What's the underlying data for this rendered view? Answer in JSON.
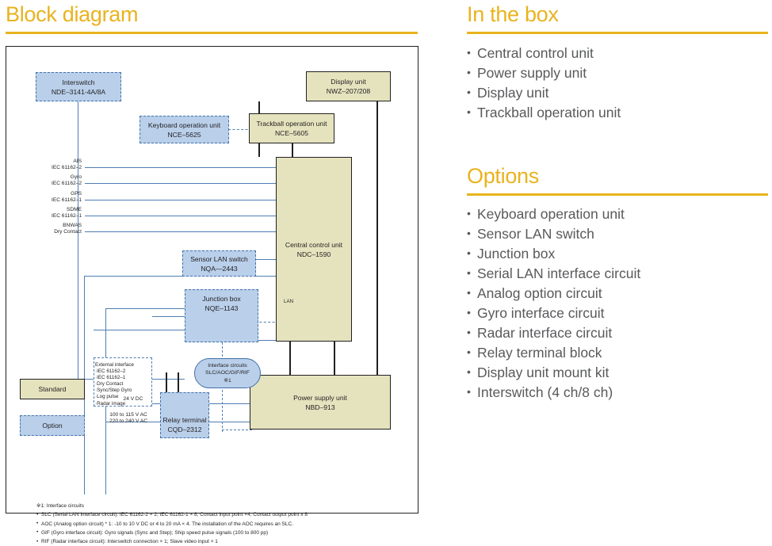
{
  "left_panel": {
    "title": "Block diagram",
    "accent_color": "#E9B31E",
    "frame_border_color": "#231F20"
  },
  "in_the_box": {
    "title": "In the box",
    "items": [
      "Central control unit",
      "Power supply unit",
      "Display unit",
      "Trackball operation unit"
    ]
  },
  "options": {
    "title": "Options",
    "items": [
      "Keyboard operation unit",
      "Sensor LAN switch",
      "Junction box",
      "Serial LAN interface circuit",
      "Analog option circuit",
      "Gyro interface circuit",
      "Radar interface circuit",
      "Relay terminal block",
      "Display unit mount kit",
      "Interswitch (4 ch/8 ch)"
    ]
  },
  "diagram": {
    "blocks": {
      "interswitch": {
        "name": "Interswitch",
        "model": "NDE–3141-4A/8A",
        "type": "option"
      },
      "display_unit": {
        "name": "Display unit",
        "model": "NWZ–207/208",
        "type": "standard"
      },
      "keyboard": {
        "name": "Keyboard operation unit",
        "model": "NCE–5625",
        "type": "option"
      },
      "trackball": {
        "name": "Trackball operation unit",
        "model": "NCE–5605",
        "type": "standard"
      },
      "central": {
        "name": "Central control unit",
        "model": "NDC–1590",
        "type": "standard"
      },
      "sensor_lan": {
        "name": "Sensor LAN switch",
        "model": "NQA—2443",
        "type": "option"
      },
      "junction": {
        "name": "Junction box",
        "model": "NQE–1143",
        "type": "option"
      },
      "power_supply": {
        "name": "Power supply unit",
        "model": "NBD–913",
        "type": "standard"
      },
      "relay": {
        "name": "Relay terminal",
        "model": "CQD–2312",
        "type": "option"
      }
    },
    "interface_circuits": {
      "line1": "Interface circuits",
      "line2": "SLC/AOC/GIF/RIF",
      "line3": "※1"
    },
    "lan_tag": "LAN",
    "signals": [
      {
        "name": "AIS",
        "standard": "IEC 61162–2"
      },
      {
        "name": "Gyro",
        "standard": "IEC 61162–2"
      },
      {
        "name": "GPS",
        "standard": "IEC 61162–1"
      },
      {
        "name": "SDME",
        "standard": "IEC 61162–1"
      },
      {
        "name": "BNWAS",
        "standard": "Dry Contact"
      }
    ],
    "external_interface": {
      "title": "External interface",
      "items": [
        "·IEC 61162–2",
        "·IEC 61162–1",
        "·Dry Contact",
        "·Sync/Step Gyro",
        "·Log pulse",
        "·Radar image"
      ]
    },
    "power_labels": {
      "dc": "24 V DC",
      "ac_line1": "100 to 115 V AC",
      "ac_line2": "220 to 240 V AC"
    },
    "legend": {
      "standard": "Standard",
      "option": "Option",
      "standard_fill": "#E4E3BE",
      "option_fill": "#B9CFEA"
    },
    "footnotes": {
      "heading": "※1: Interface circuits",
      "lines": [
        "SLC (Serial LAN interface circuit): IEC 61162-2 × 2; IEC 61162-1 × 8; Contact input point ×4; Contact output point x 8",
        "AOC (Analog option circuit) * 1: -10 to 10 V DC or 4 to 20 mA × 4. The installation of the AOC requires an SLC.",
        "GIF (Gyro interface circuit): Gyro signals (Sync and Step); Ship speed pulse signals (100 to 800 pp)",
        "RIF (Radar interface circuit): Interswitch connection × 1; Slave video input × 1"
      ]
    }
  }
}
